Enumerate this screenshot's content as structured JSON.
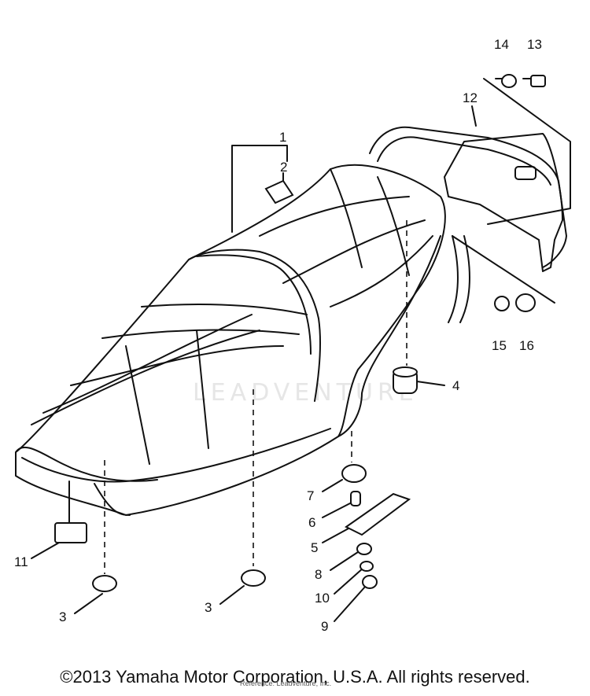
{
  "watermark": "LEADVENTURE",
  "copyright": "©2013 Yamaha Motor Corporation, U.S.A. All rights reserved.",
  "small_note": "Reference: Leadventure, Inc.",
  "parts": [
    {
      "id": "p1",
      "label": "1"
    },
    {
      "id": "p2",
      "label": "2"
    },
    {
      "id": "p3a",
      "label": "3"
    },
    {
      "id": "p3b",
      "label": "3"
    },
    {
      "id": "p4",
      "label": "4"
    },
    {
      "id": "p5",
      "label": "5"
    },
    {
      "id": "p6",
      "label": "6"
    },
    {
      "id": "p7",
      "label": "7"
    },
    {
      "id": "p8",
      "label": "8"
    },
    {
      "id": "p9",
      "label": "9"
    },
    {
      "id": "p10",
      "label": "10"
    },
    {
      "id": "p11",
      "label": "11"
    },
    {
      "id": "p12",
      "label": "12"
    },
    {
      "id": "p13",
      "label": "13"
    },
    {
      "id": "p14",
      "label": "14"
    },
    {
      "id": "p15",
      "label": "15"
    },
    {
      "id": "p16",
      "label": "16"
    }
  ]
}
